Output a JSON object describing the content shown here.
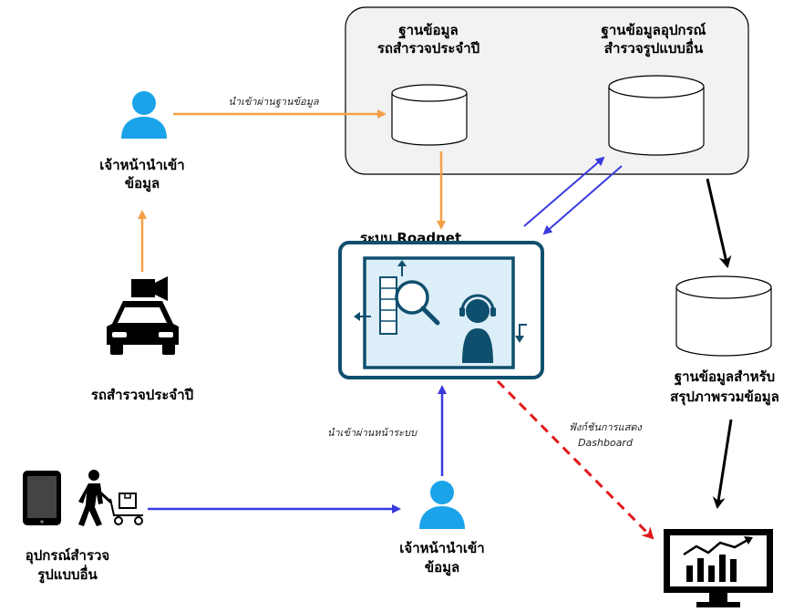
{
  "nodes": {
    "db_annual": {
      "line1": "ฐานข้อมูล",
      "line2": "รถสำรวจประจำปี"
    },
    "db_other": {
      "line1": "ฐานข้อมูลอุปกรณ์",
      "line2": "สำรวจรูปแบบอื่น"
    },
    "officer_top": {
      "line1": "เจ้าหน้านำเข้า",
      "line2": "ข้อมูล"
    },
    "survey_car": {
      "label": "รถสำรวจประจำปี"
    },
    "roadnet": {
      "title": "ระบบ Roadnet"
    },
    "db_summary": {
      "line1": "ฐานข้อมูลสำหรับ",
      "line2": "สรุปภาพรวมข้อมูล"
    },
    "other_device": {
      "line1": "อุปกรณ์สำรวจ",
      "line2": "รูปแบบอื่น"
    },
    "officer_bottom": {
      "line1": "เจ้าหน้านำเข้า",
      "line2": "ข้อมูล"
    },
    "dashboard": {
      "label": ""
    }
  },
  "edges": {
    "import_via_db": "นำเข้าผ่านฐานข้อมูล",
    "import_via_ui": "นำเข้าผ่านหน้าระบบ",
    "dashboard_line1": "ฟังก์ชันการแสดง",
    "dashboard_line2": "Dashboard"
  },
  "colors": {
    "orange": "#f5a047",
    "blue": "#3a3adf",
    "red": "#e0191b",
    "black": "#000000",
    "person": "#1aa3e8",
    "roadnet_frame": "#0f4f6e",
    "roadnet_fill": "#dceef7",
    "group_fill": "#f2f2f2"
  }
}
